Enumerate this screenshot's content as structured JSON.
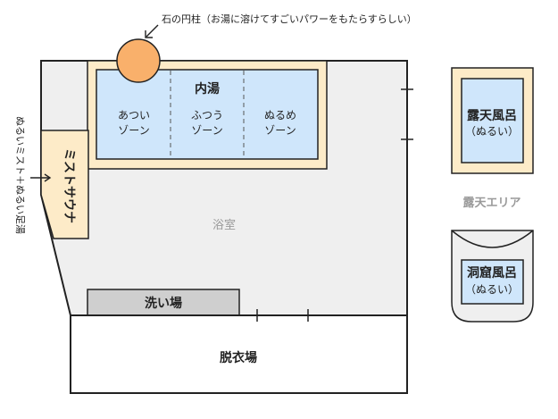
{
  "diagram": {
    "stone_pillar_note": "石の円柱（お湯に溶けてすごいパワーをもたらすらしい）",
    "indoor_bath": {
      "title": "内湯",
      "zones": [
        {
          "line1": "あつい",
          "line2": "ゾーン"
        },
        {
          "line1": "ふつう",
          "line2": "ゾーン"
        },
        {
          "line1": "ぬるめ",
          "line2": "ゾーン"
        }
      ]
    },
    "bathroom_label": "浴室",
    "mist_sauna": "ミストサウナ",
    "mist_note": "ぬるいミスト＋ぬるい足湯",
    "washing_area": "洗い場",
    "changing_room": "脱衣場",
    "outdoor_bath": {
      "line1": "露天風呂",
      "line2": "（ぬるい）"
    },
    "outdoor_area": "露天エリア",
    "cave_bath": {
      "line1": "洞窟風呂",
      "line2": "（ぬるい）"
    },
    "colors": {
      "wall": "#222222",
      "floor": "#efefef",
      "tub_rim": "#fdebc8",
      "water": "#cfe6fb",
      "pillar": "#f9b06b",
      "washing": "#cfcfcf",
      "muted_text": "#9a9a9a"
    }
  }
}
